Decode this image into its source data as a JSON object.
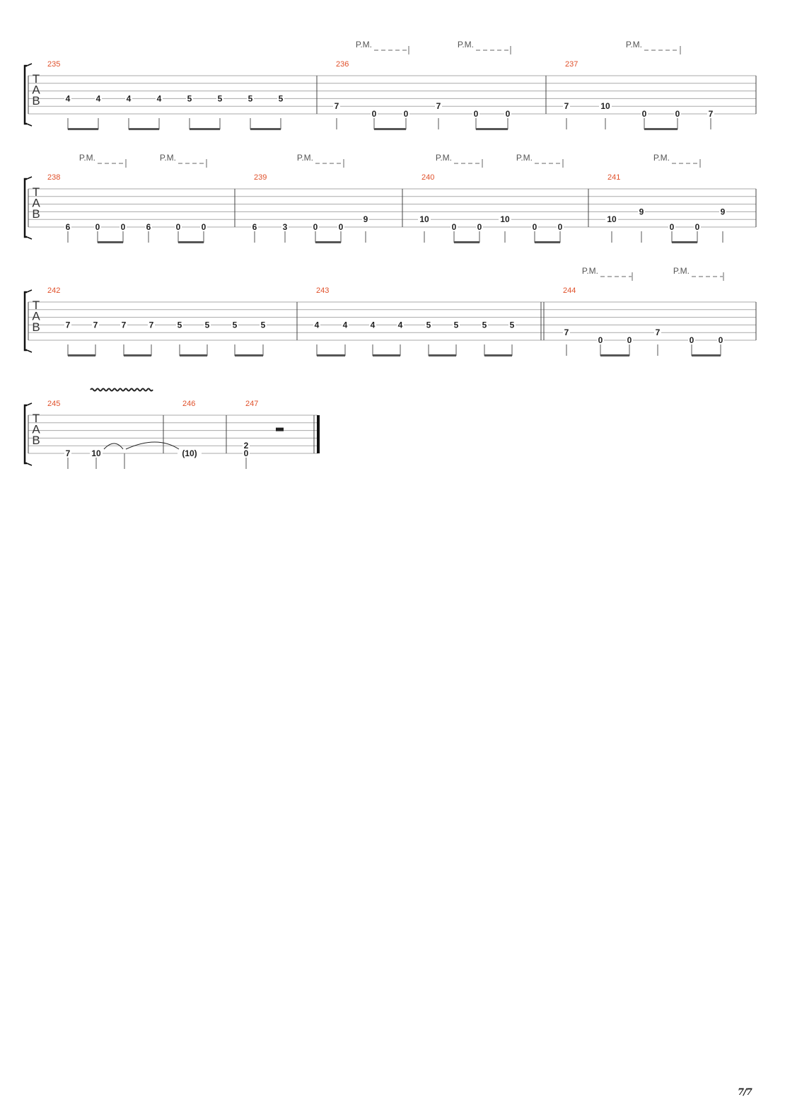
{
  "tab_clef": [
    "T",
    "A",
    "B"
  ],
  "palm_mute_label": "P.M.",
  "page_number": "7/7",
  "colors": {
    "measure_number": "#e0502a",
    "staff_line": "#aaaaaa",
    "note": "#222222",
    "text": "#555555"
  },
  "systems": [
    {
      "measures": [
        {
          "number": "235",
          "notes": [
            {
              "fret": "4",
              "string": 3
            },
            {
              "fret": "4",
              "string": 3
            },
            {
              "fret": "4",
              "string": 3
            },
            {
              "fret": "4",
              "string": 3
            },
            {
              "fret": "5",
              "string": 3
            },
            {
              "fret": "5",
              "string": 3
            },
            {
              "fret": "5",
              "string": 3
            },
            {
              "fret": "5",
              "string": 3
            }
          ],
          "beams": [
            [
              0,
              1
            ],
            [
              2,
              3
            ],
            [
              4,
              5
            ],
            [
              6,
              7
            ]
          ],
          "pm": []
        },
        {
          "number": "236",
          "notes": [
            {
              "fret": "7",
              "string": 4
            },
            {
              "fret": "0",
              "string": 5
            },
            {
              "fret": "0",
              "string": 5
            },
            {
              "fret": "7",
              "string": 4
            },
            {
              "fret": "0",
              "string": 5
            },
            {
              "fret": "0",
              "string": 5
            }
          ],
          "beams": [
            [
              1,
              2
            ],
            [
              4,
              5
            ]
          ],
          "pm": [
            [
              1,
              2
            ],
            [
              4,
              5
            ]
          ]
        },
        {
          "number": "237",
          "notes": [
            {
              "fret": "7",
              "string": 4
            },
            {
              "fret": "10",
              "string": 4
            },
            {
              "fret": "0",
              "string": 5
            },
            {
              "fret": "0",
              "string": 5
            },
            {
              "fret": "7",
              "string": 5
            }
          ],
          "beams": [
            [
              2,
              3
            ]
          ],
          "pm": [
            [
              2,
              3
            ]
          ]
        }
      ]
    },
    {
      "measures": [
        {
          "number": "238",
          "notes": [
            {
              "fret": "6",
              "string": 5
            },
            {
              "fret": "0",
              "string": 5
            },
            {
              "fret": "0",
              "string": 5
            },
            {
              "fret": "6",
              "string": 5
            },
            {
              "fret": "0",
              "string": 5
            },
            {
              "fret": "0",
              "string": 5
            }
          ],
          "beams": [
            [
              1,
              2
            ],
            [
              4,
              5
            ]
          ],
          "pm": [
            [
              1,
              2
            ],
            [
              4,
              5
            ]
          ]
        },
        {
          "number": "239",
          "notes": [
            {
              "fret": "6",
              "string": 5
            },
            {
              "fret": "3",
              "string": 5
            },
            {
              "fret": "0",
              "string": 5
            },
            {
              "fret": "0",
              "string": 5
            },
            {
              "fret": "9",
              "string": 4
            }
          ],
          "beams": [
            [
              2,
              3
            ]
          ],
          "pm": [
            [
              2,
              3
            ]
          ]
        },
        {
          "number": "240",
          "notes": [
            {
              "fret": "10",
              "string": 4
            },
            {
              "fret": "0",
              "string": 5
            },
            {
              "fret": "0",
              "string": 5
            },
            {
              "fret": "10",
              "string": 4
            },
            {
              "fret": "0",
              "string": 5
            },
            {
              "fret": "0",
              "string": 5
            }
          ],
          "beams": [
            [
              1,
              2
            ],
            [
              4,
              5
            ]
          ],
          "pm": [
            [
              1,
              2
            ],
            [
              4,
              5
            ]
          ]
        },
        {
          "number": "241",
          "notes": [
            {
              "fret": "10",
              "string": 4
            },
            {
              "fret": "9",
              "string": 3
            },
            {
              "fret": "0",
              "string": 5
            },
            {
              "fret": "0",
              "string": 5
            },
            {
              "fret": "9",
              "string": 3
            }
          ],
          "beams": [
            [
              2,
              3
            ]
          ],
          "pm": [
            [
              2,
              3
            ]
          ]
        }
      ]
    },
    {
      "measures": [
        {
          "number": "242",
          "notes": [
            {
              "fret": "7",
              "string": 3
            },
            {
              "fret": "7",
              "string": 3
            },
            {
              "fret": "7",
              "string": 3
            },
            {
              "fret": "7",
              "string": 3
            },
            {
              "fret": "5",
              "string": 3
            },
            {
              "fret": "5",
              "string": 3
            },
            {
              "fret": "5",
              "string": 3
            },
            {
              "fret": "5",
              "string": 3
            }
          ],
          "beams": [
            [
              0,
              1
            ],
            [
              2,
              3
            ],
            [
              4,
              5
            ],
            [
              6,
              7
            ]
          ],
          "pm": []
        },
        {
          "number": "243",
          "notes": [
            {
              "fret": "4",
              "string": 3
            },
            {
              "fret": "4",
              "string": 3
            },
            {
              "fret": "4",
              "string": 3
            },
            {
              "fret": "4",
              "string": 3
            },
            {
              "fret": "5",
              "string": 3
            },
            {
              "fret": "5",
              "string": 3
            },
            {
              "fret": "5",
              "string": 3
            },
            {
              "fret": "5",
              "string": 3
            }
          ],
          "beams": [
            [
              0,
              1
            ],
            [
              2,
              3
            ],
            [
              4,
              5
            ],
            [
              6,
              7
            ]
          ],
          "pm": []
        },
        {
          "number": "244",
          "notes": [
            {
              "fret": "7",
              "string": 4
            },
            {
              "fret": "0",
              "string": 5
            },
            {
              "fret": "0",
              "string": 5
            },
            {
              "fret": "7",
              "string": 4
            },
            {
              "fret": "0",
              "string": 5
            },
            {
              "fret": "0",
              "string": 5
            }
          ],
          "beams": [
            [
              1,
              2
            ],
            [
              4,
              5
            ]
          ],
          "pm": [
            [
              1,
              2
            ],
            [
              4,
              5
            ]
          ]
        }
      ]
    },
    {
      "measures": [
        {
          "number": "245",
          "notes": [
            {
              "fret": "7",
              "string": 5
            },
            {
              "fret": "10",
              "string": 5
            },
            {
              "fret": "",
              "string": 5
            }
          ],
          "beams": [],
          "pm": [],
          "vibrato": true
        },
        {
          "number": "246",
          "notes": [
            {
              "fret": "(10)",
              "string": 5
            }
          ],
          "beams": [],
          "pm": [],
          "stemless": true
        },
        {
          "number": "247",
          "notes": [
            {
              "fret": "2",
              "string": 4,
              "chord_with": "0"
            }
          ],
          "beams": [],
          "pm": [],
          "rest": true,
          "final": true
        }
      ]
    }
  ]
}
